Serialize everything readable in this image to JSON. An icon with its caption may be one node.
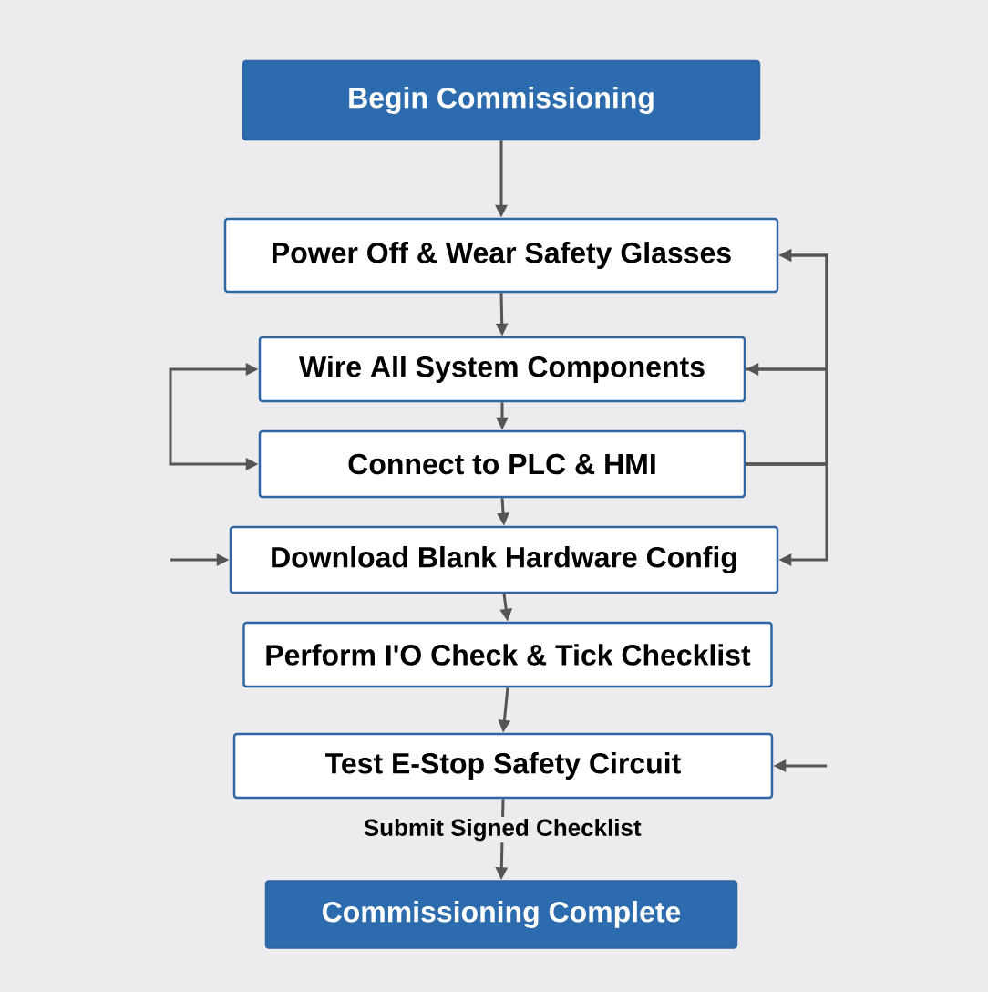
{
  "diagram": {
    "nodes": [
      {
        "text": [
          "Begin Commissioning"
        ]
      },
      {
        "text": [
          "Power Off & Wear Safety Glasses"
        ]
      },
      {
        "text": [
          "Wire All System Components"
        ]
      },
      {
        "text": [
          "Connect to PLC & HMI"
        ]
      },
      {
        "text": [
          "Download Blank Hardware Config"
        ]
      },
      {
        "text": [
          "Perform I'O Check & Tick Checklist"
        ]
      },
      {
        "text": [
          "Test E-Stop Safety Circuit"
        ]
      },
      {
        "text": [
          "Commissioning Complete"
        ]
      }
    ],
    "edges": [
      {
        "from": 0,
        "to": 1,
        "arrow": "to"
      },
      {
        "from": 1,
        "to": 2,
        "arrow": "to"
      },
      {
        "from": 2,
        "to": 3,
        "arrow": "to"
      },
      {
        "from": 3,
        "to": 4,
        "arrow": "to"
      },
      {
        "from": 4,
        "to": 5,
        "arrow": "to"
      },
      {
        "from": 5,
        "to": 6,
        "arrow": "to"
      },
      {
        "from": 6,
        "to": 7,
        "arrow": "to",
        "label": "Submit Signed Checklist"
      },
      {
        "from": 2,
        "to": 3,
        "arrow": "both"
      },
      {
        "from": 3,
        "to": 1,
        "arrow": "to"
      },
      {
        "from": 3,
        "to": 4,
        "arrow": "to"
      },
      {
        "from": 2,
        "to": 1,
        "arrow": "to"
      },
      {
        "from": 3,
        "to": 2,
        "arrow": "to"
      },
      {
        "from": null,
        "to": 4,
        "arrow": "to"
      },
      {
        "from": null,
        "to": 6,
        "arrow": "to"
      }
    ]
  }
}
